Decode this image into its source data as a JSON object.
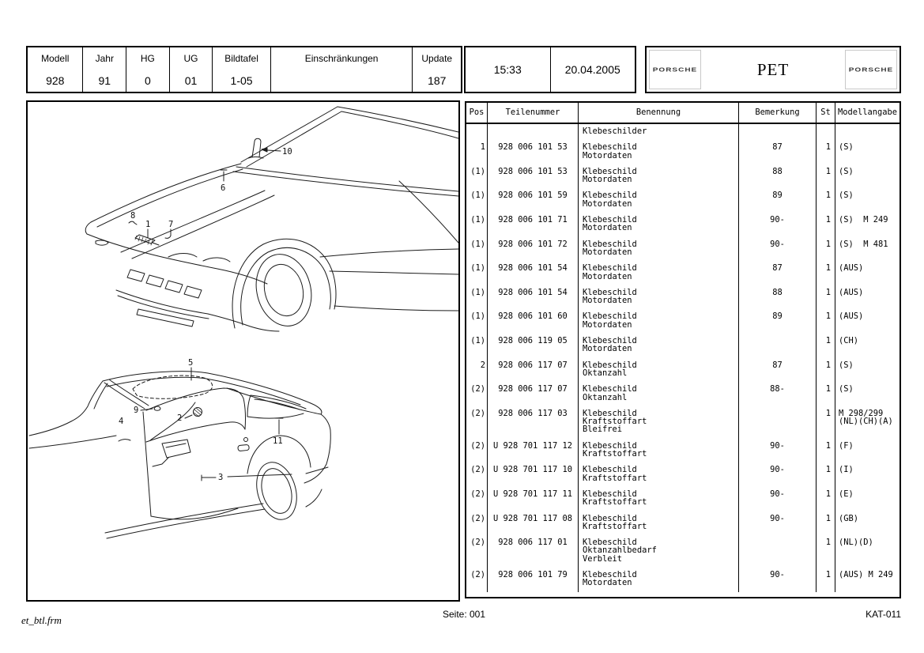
{
  "header": {
    "info_cells": [
      {
        "label": "Modell",
        "value": "928"
      },
      {
        "label": "Jahr",
        "value": "91"
      },
      {
        "label": "HG",
        "value": "0"
      },
      {
        "label": "UG",
        "value": "01"
      },
      {
        "label": "Bildtafel",
        "value": "1-05"
      },
      {
        "label": "Einschränkungen",
        "value": ""
      },
      {
        "label": "Update",
        "value": "187"
      }
    ],
    "time": "15:33",
    "date": "20.04.2005",
    "brand_left": "PORSCHE",
    "app_title": "PET",
    "brand_right": "PORSCHE"
  },
  "drawing": {
    "front_view_callouts": [
      "10",
      "6",
      "8",
      "1",
      "7"
    ],
    "side_view_callouts": [
      "5",
      "9",
      "4",
      "2",
      "11",
      "3"
    ]
  },
  "parts_table": {
    "columns": [
      "Pos",
      "Teilenummer",
      "Benennung",
      "Bemerkung",
      "St",
      "Modellangabe"
    ],
    "rows": [
      {
        "pos": "",
        "part": "",
        "name": "Klebeschilder",
        "remark": "",
        "qty": "",
        "model": ""
      },
      {
        "pos": "1",
        "part": "928 006 101 53",
        "name": "Klebeschild\nMotordaten",
        "remark": "87",
        "qty": "1",
        "model": "(S)"
      },
      {
        "pos": "(1)",
        "part": "928 006 101 53",
        "name": "Klebeschild\nMotordaten",
        "remark": "88",
        "qty": "1",
        "model": "(S)"
      },
      {
        "pos": "(1)",
        "part": "928 006 101 59",
        "name": "Klebeschild\nMotordaten",
        "remark": "89",
        "qty": "1",
        "model": "(S)"
      },
      {
        "pos": "(1)",
        "part": "928 006 101 71",
        "name": "Klebeschild\nMotordaten",
        "remark": "90-",
        "qty": "1",
        "model": "(S)  M 249"
      },
      {
        "pos": "(1)",
        "part": "928 006 101 72",
        "name": "Klebeschild\nMotordaten",
        "remark": "90-",
        "qty": "1",
        "model": "(S)  M 481"
      },
      {
        "pos": "(1)",
        "part": "928 006 101 54",
        "name": "Klebeschild\nMotordaten",
        "remark": "87",
        "qty": "1",
        "model": "(AUS)"
      },
      {
        "pos": "(1)",
        "part": "928 006 101 54",
        "name": "Klebeschild\nMotordaten",
        "remark": "88",
        "qty": "1",
        "model": "(AUS)"
      },
      {
        "pos": "(1)",
        "part": "928 006 101 60",
        "name": "Klebeschild\nMotordaten",
        "remark": "89",
        "qty": "1",
        "model": "(AUS)"
      },
      {
        "pos": "(1)",
        "part": "928 006 119 05",
        "name": "Klebeschild\nMotordaten",
        "remark": "",
        "qty": "1",
        "model": "(CH)"
      },
      {
        "pos": "2",
        "part": "928 006 117 07",
        "name": "Klebeschild\nOktanzahl",
        "remark": "87",
        "qty": "1",
        "model": "(S)"
      },
      {
        "pos": "(2)",
        "part": "928 006 117 07",
        "name": "Klebeschild\nOktanzahl",
        "remark": "88-",
        "qty": "1",
        "model": "(S)"
      },
      {
        "pos": "(2)",
        "part": "928 006 117 03",
        "name": "Klebeschild\nKraftstoffart\nBleifrei",
        "remark": "",
        "qty": "1",
        "model": "M 298/299\n(NL)(CH)(A)"
      },
      {
        "pos": "(2)",
        "part": "U 928 701 117 12",
        "name": "Klebeschild\nKraftstoffart",
        "remark": "90-",
        "qty": "1",
        "model": "(F)"
      },
      {
        "pos": "(2)",
        "part": "U 928 701 117 10",
        "name": "Klebeschild\nKraftstoffart",
        "remark": "90-",
        "qty": "1",
        "model": "(I)"
      },
      {
        "pos": "(2)",
        "part": "U 928 701 117 11",
        "name": "Klebeschild\nKraftstoffart",
        "remark": "90-",
        "qty": "1",
        "model": "(E)"
      },
      {
        "pos": "(2)",
        "part": "U 928 701 117 08",
        "name": "Klebeschild\nKraftstoffart",
        "remark": "90-",
        "qty": "1",
        "model": "(GB)"
      },
      {
        "pos": "(2)",
        "part": "928 006 117 01",
        "name": "Klebeschild\nOktanzahlbedarf\nVerbleit",
        "remark": "",
        "qty": "1",
        "model": "(NL)(D)"
      },
      {
        "pos": "(2)",
        "part": "928 006 101 79",
        "name": "Klebeschild\nMotordaten",
        "remark": "90-",
        "qty": "1",
        "model": "(AUS) M 249"
      }
    ]
  },
  "footer": {
    "form_name": "et_btl.frm",
    "page_label": "Seite: 001",
    "doc_code": "KAT-011"
  }
}
